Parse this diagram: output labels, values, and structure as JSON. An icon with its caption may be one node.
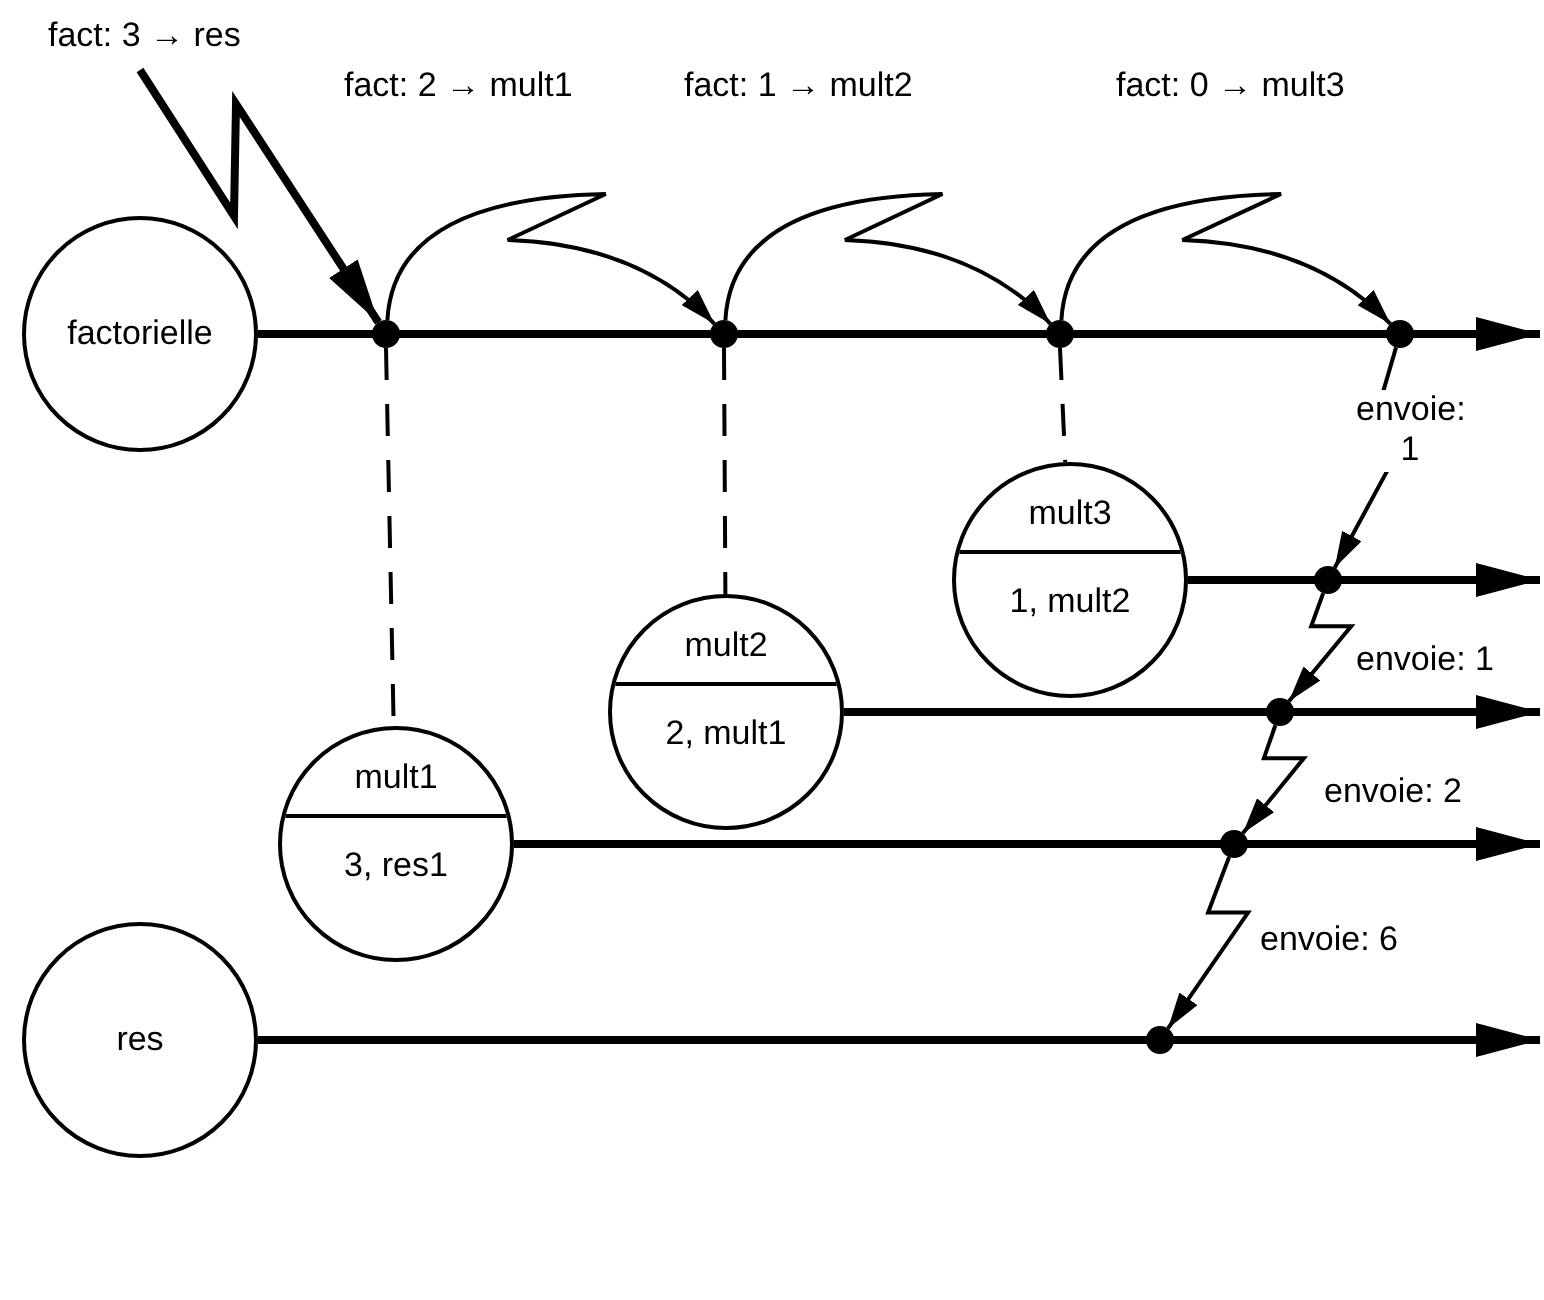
{
  "diagram": {
    "nodes": [
      {
        "text": [
          "factorielle"
        ]
      },
      {
        "text": [],
        "shape": "circle"
      },
      {
        "text": [],
        "shape": "circle"
      },
      {
        "text": [],
        "shape": "circle"
      },
      {
        "text": [],
        "shape": "circle"
      },
      {
        "text": [
          "mult3",
          "1, mult2"
        ]
      },
      {
        "text": [],
        "shape": "circle"
      },
      {
        "text": [
          "mult2",
          "2, mult1"
        ]
      },
      {
        "text": [],
        "shape": "circle"
      },
      {
        "text": [
          "mult1",
          "3, res1"
        ]
      },
      {
        "text": [],
        "shape": "circle"
      },
      {
        "text": [
          "res"
        ]
      },
      {
        "text": [],
        "shape": "circle"
      }
    ],
    "edges": [
      {
        "from": null,
        "to": 1,
        "arrow": "to",
        "label": "fact: 3 → res",
        "style": "thick"
      },
      {
        "from": 0,
        "to": null,
        "arrow": "to",
        "style": "thick"
      },
      {
        "from": 1,
        "to": 2,
        "arrow": "to",
        "label": "fact: 2 → mult1"
      },
      {
        "from": 2,
        "to": 3,
        "arrow": "to",
        "label": "fact: 1 → mult2"
      },
      {
        "from": 3,
        "to": 4,
        "arrow": "to",
        "label": "fact: 0 → mult3"
      },
      {
        "from": 4,
        "to": 6,
        "arrow": "to",
        "label": "envoie: 1"
      },
      {
        "from": 5,
        "to": null,
        "arrow": "to",
        "style": "thick"
      },
      {
        "from": 6,
        "to": 8,
        "arrow": "to",
        "label": "envoie: 1"
      },
      {
        "from": 7,
        "to": null,
        "arrow": "to",
        "style": "thick"
      },
      {
        "from": 8,
        "to": 10,
        "arrow": "to",
        "label": "envoie: 2"
      },
      {
        "from": 9,
        "to": null,
        "arrow": "to",
        "style": "thick"
      },
      {
        "from": 10,
        "to": 12,
        "arrow": "to",
        "label": "envoie: 6"
      },
      {
        "from": 11,
        "to": null,
        "arrow": "to",
        "style": "thick"
      },
      {
        "from": 1,
        "to": 9,
        "arrow": "none",
        "style": "dashed"
      },
      {
        "from": 2,
        "to": 7,
        "arrow": "none",
        "style": "dashed"
      },
      {
        "from": 3,
        "to": 5,
        "arrow": "none",
        "style": "dashed"
      }
    ]
  }
}
